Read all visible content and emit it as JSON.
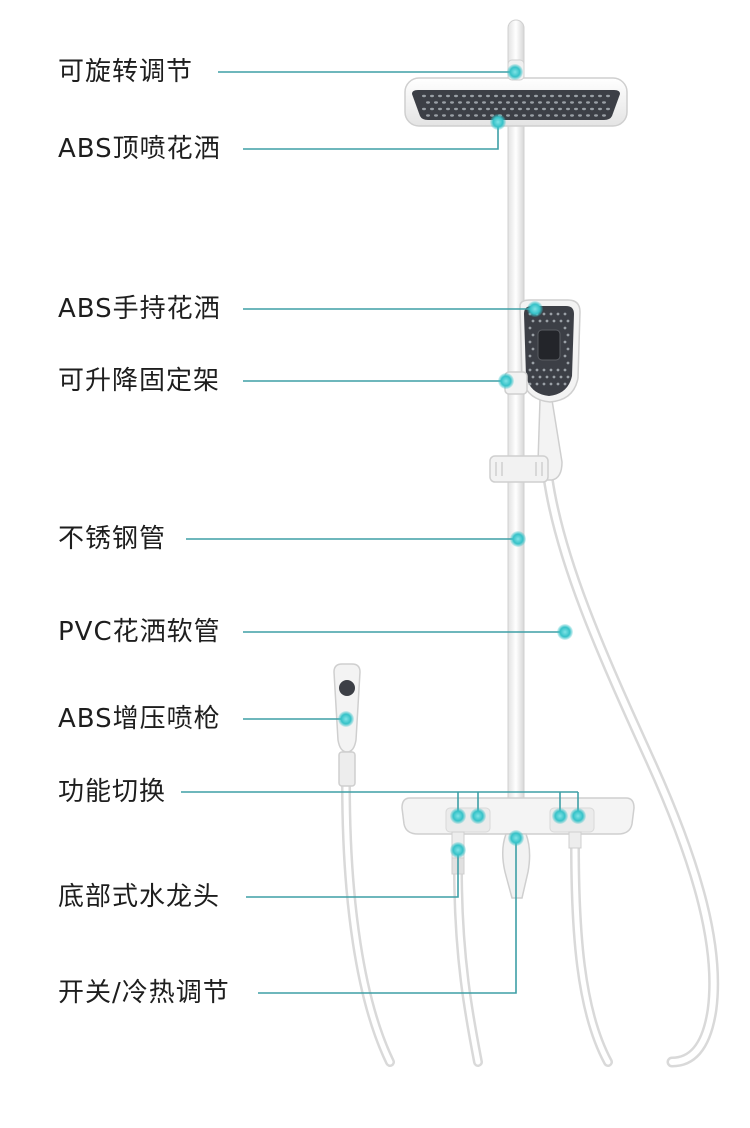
{
  "labels": {
    "rotatable": "可旋转调节",
    "top_shower": "ABS顶喷花洒",
    "hand_shower": "ABS手持花洒",
    "lift_bracket": "可升降固定架",
    "steel_pipe": "不锈钢管",
    "pvc_hose": "PVC花洒软管",
    "spray_gun": "ABS增压喷枪",
    "function_switch": "功能切换",
    "bottom_faucet": "底部式水龙头",
    "switch_temp": "开关/冷热调节"
  },
  "colors": {
    "leader_line": "#3e9fa6",
    "marker": "#3fc6cc",
    "product_white": "#f3f3f3",
    "product_outline": "#d4d4d4",
    "shower_face": "#3c3f46"
  }
}
